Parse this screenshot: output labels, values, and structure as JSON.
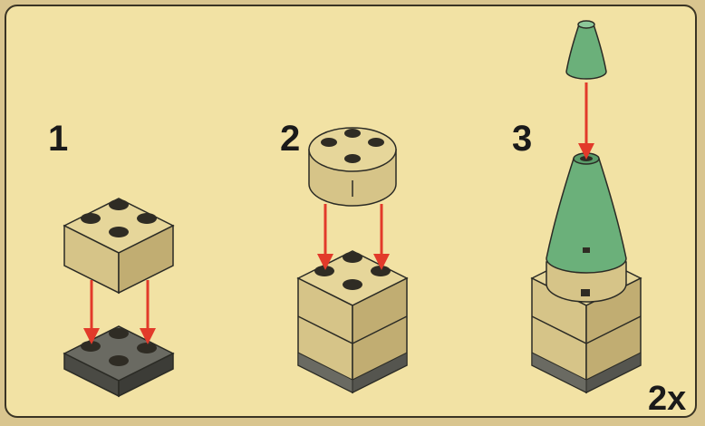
{
  "steps": [
    {
      "number": "1"
    },
    {
      "number": "2"
    },
    {
      "number": "3"
    }
  ],
  "multiplier": "2x",
  "colors": {
    "panel_bg": "#f2e2a4",
    "tan_top": "#e6d69a",
    "tan_side": "#c8b47a",
    "stud": "#2f2c24",
    "dark_gray": "#55554f",
    "green": "#6bb07a",
    "arrow": "#e23a2a"
  }
}
